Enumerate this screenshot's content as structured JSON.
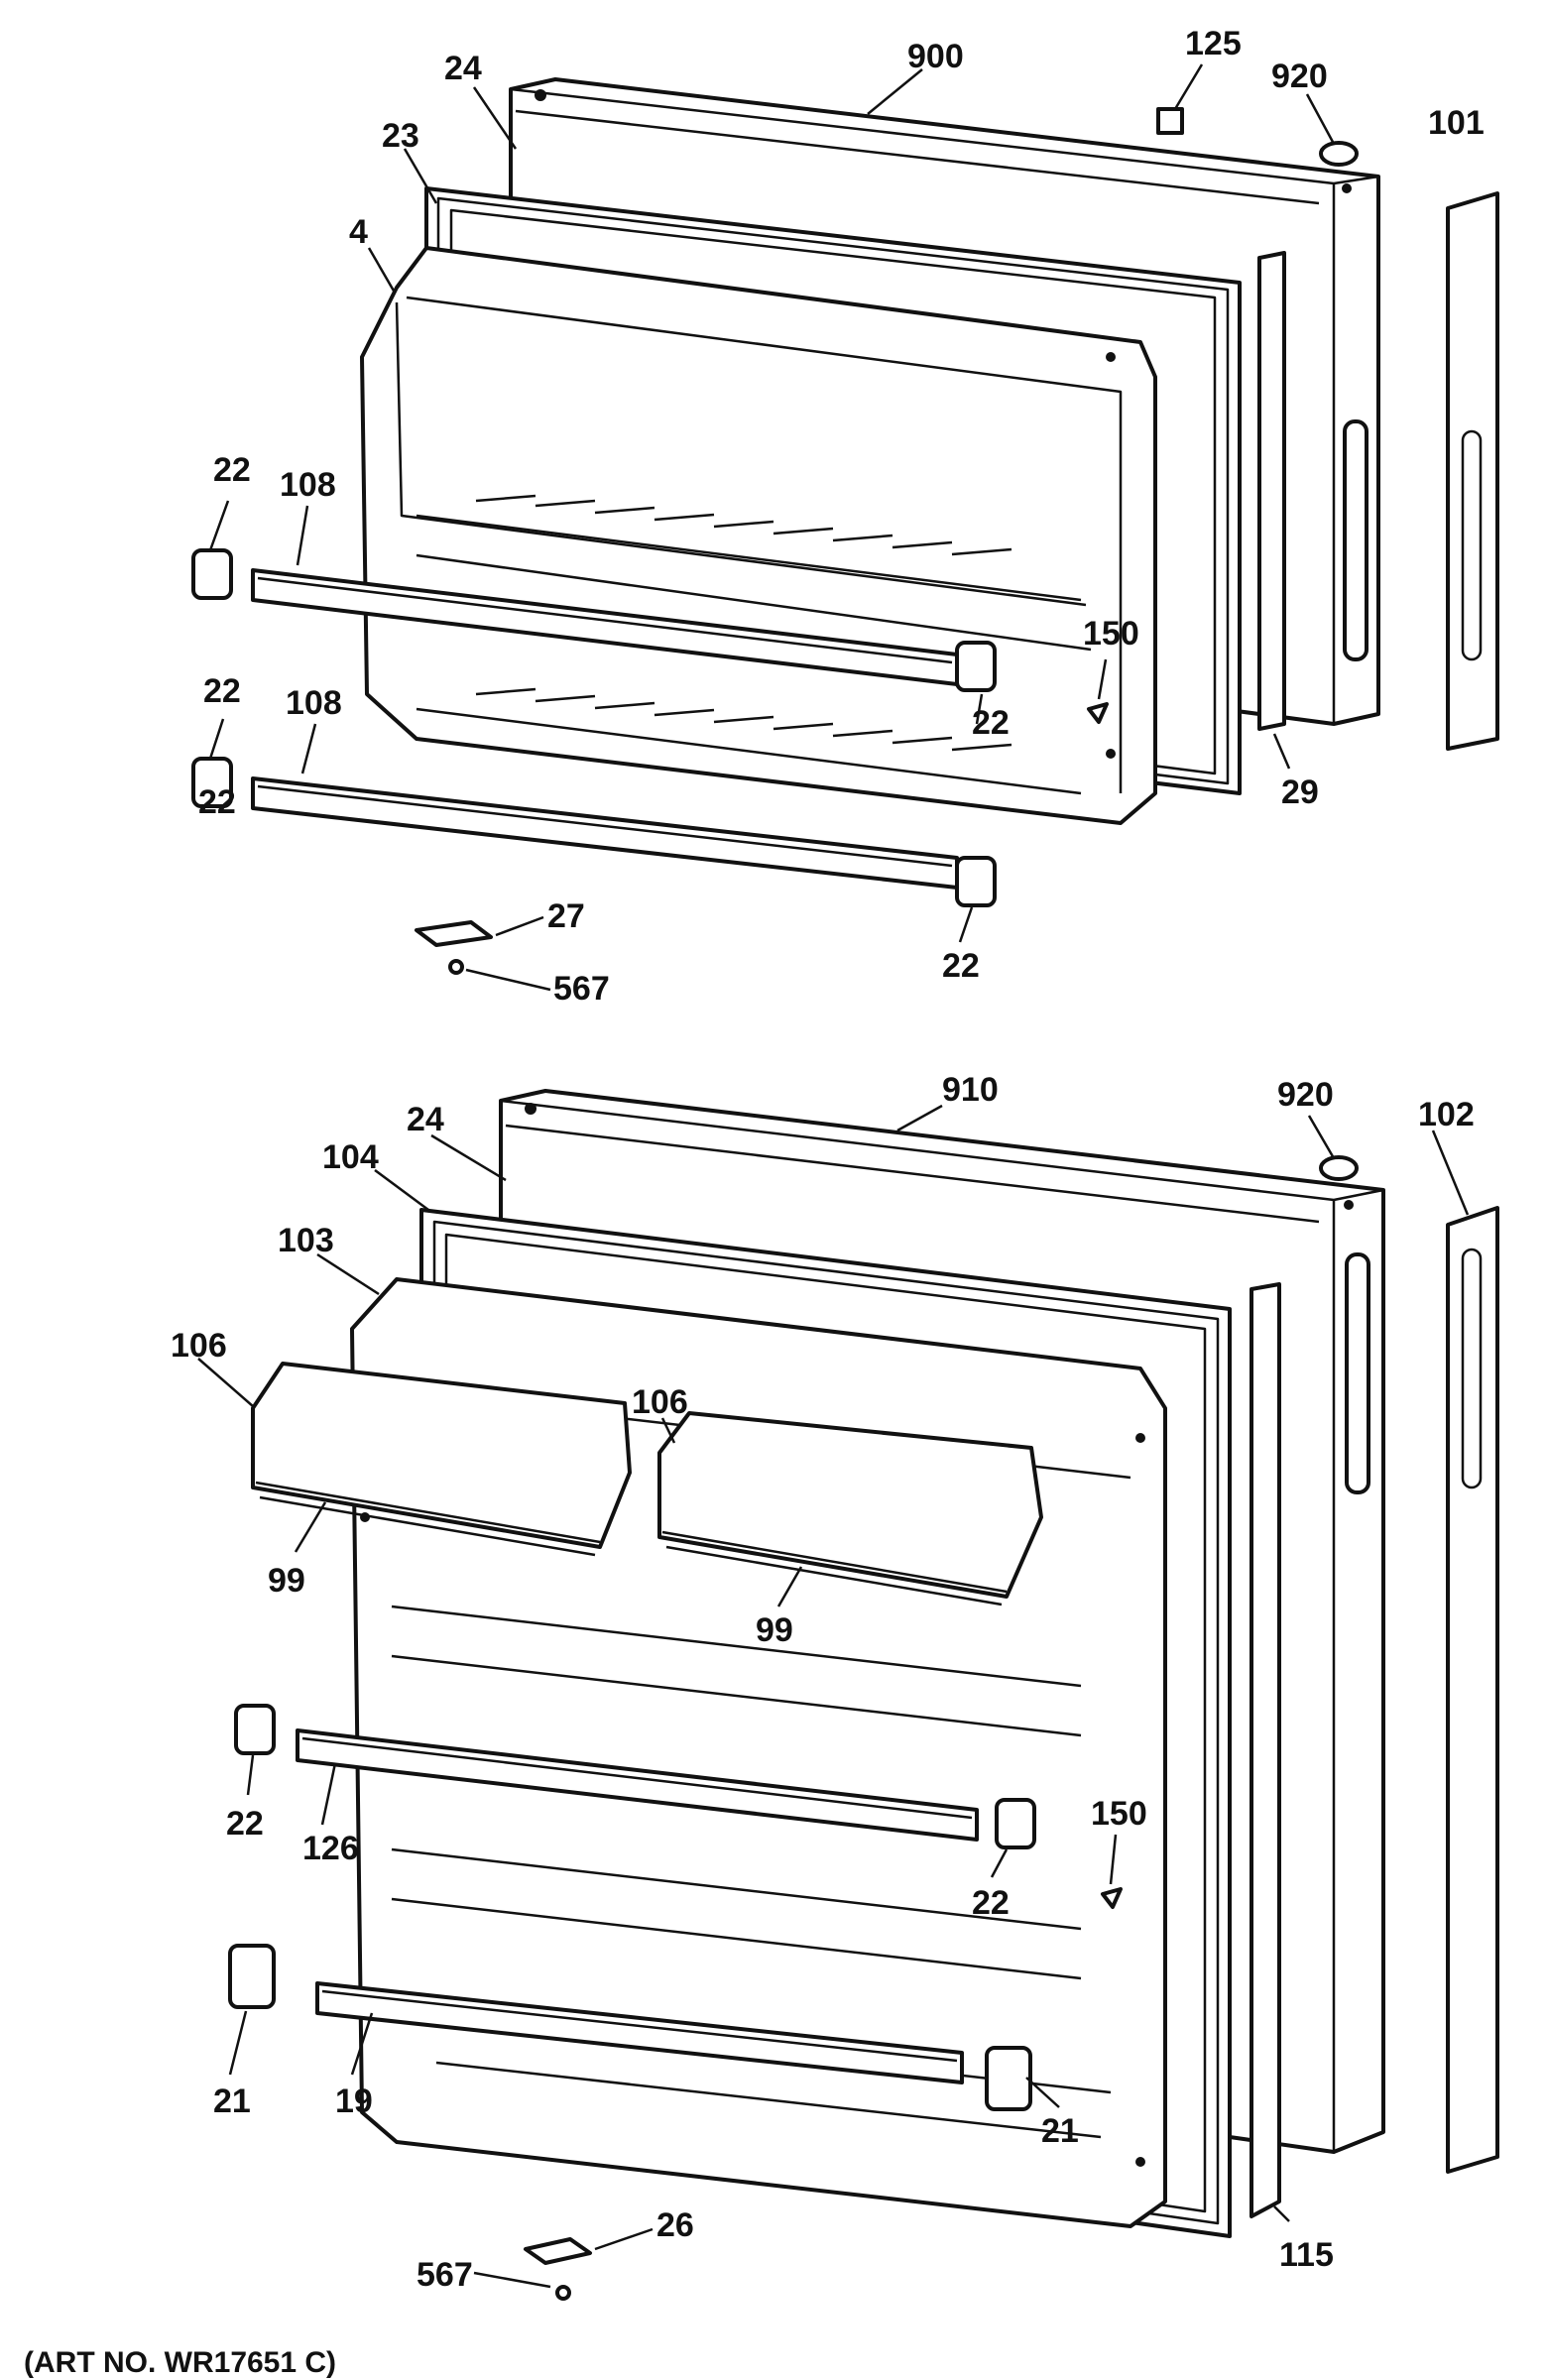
{
  "art_number": "(ART NO. WR17651 C)",
  "upper_door": {
    "labels": [
      "900",
      "125",
      "920",
      "101",
      "24",
      "23",
      "4",
      "22",
      "108",
      "22",
      "150",
      "22",
      "108",
      "22",
      "29",
      "27",
      "567",
      "22"
    ]
  },
  "lower_door": {
    "labels": [
      "910",
      "920",
      "102",
      "24",
      "104",
      "103",
      "106",
      "106",
      "99",
      "99",
      "22",
      "126",
      "150",
      "22",
      "21",
      "19",
      "21",
      "115",
      "26",
      "567"
    ]
  }
}
